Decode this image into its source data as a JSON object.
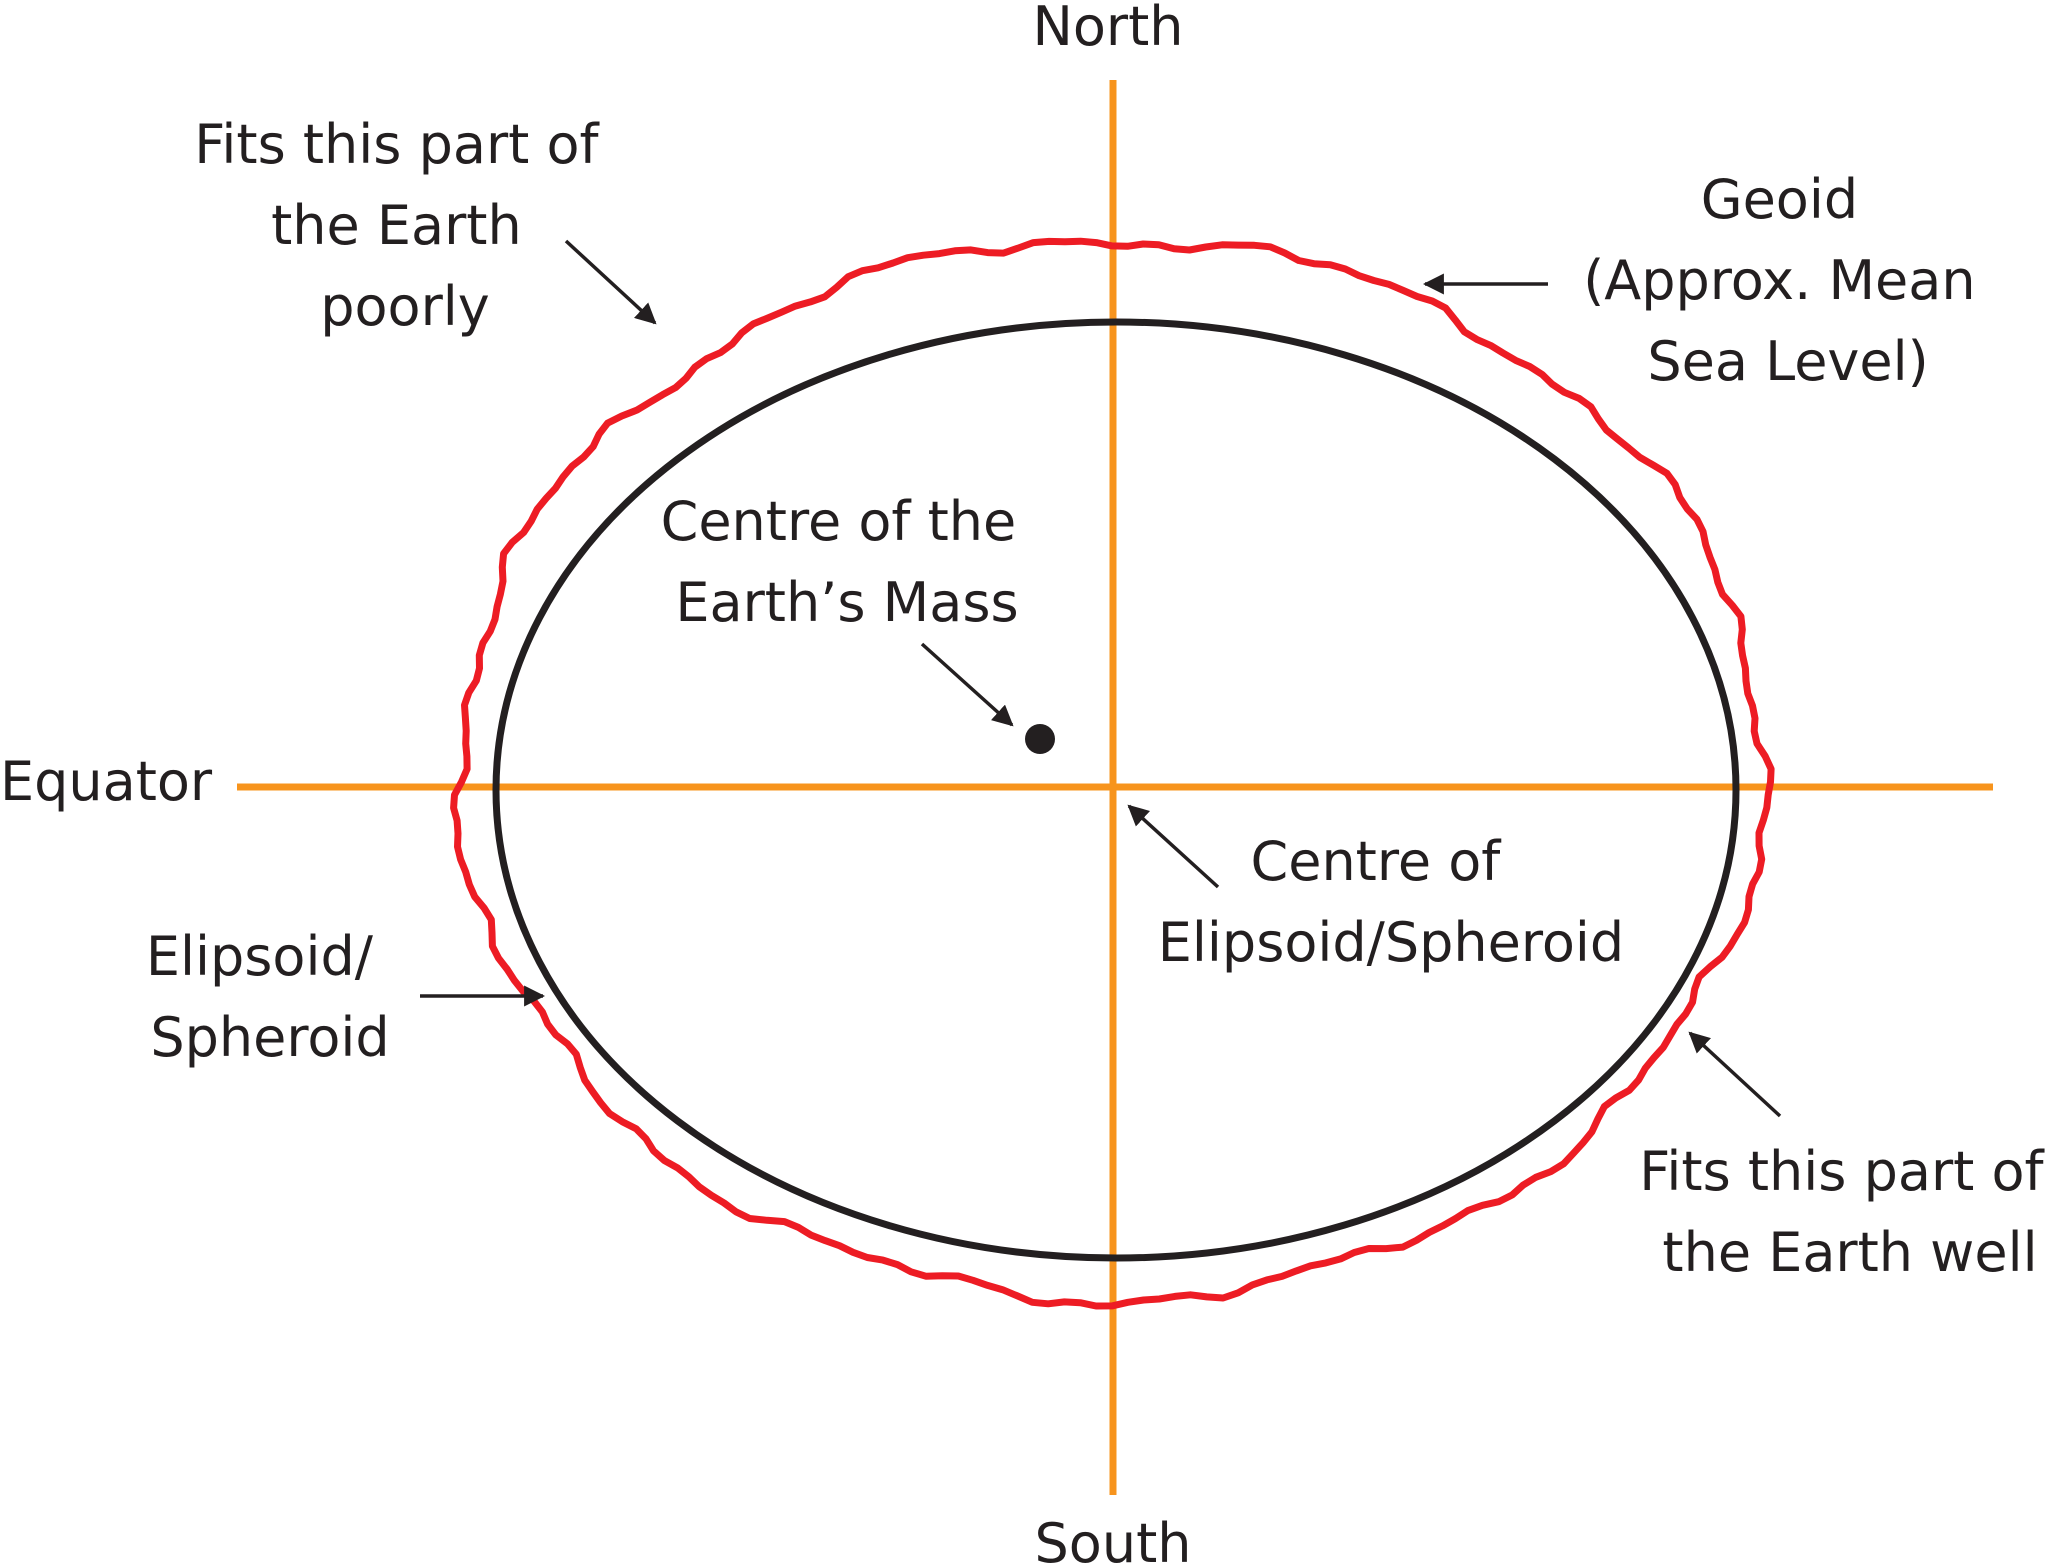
{
  "colors": {
    "axis": "#f7941d",
    "ellipsoid": "#231f20",
    "geoid": "#ed1c24",
    "text": "#231f20",
    "background": "#ffffff"
  },
  "labels": {
    "north": "North",
    "south": "South",
    "equator": "Equator",
    "poor_fit": [
      "Fits this part of",
      "the Earth",
      "poorly"
    ],
    "geoid": [
      "Geoid",
      "(Approx. Mean",
      "Sea Level)"
    ],
    "mass_centre": [
      "Centre of the",
      "Earth’s Mass"
    ],
    "ellipsoid_centre": [
      "Centre of",
      "Elipsoid/Spheroid"
    ],
    "ellipsoid": [
      "Elipsoid/",
      "Spheroid"
    ],
    "good_fit": [
      "Fits this part of",
      "the Earth well"
    ]
  }
}
